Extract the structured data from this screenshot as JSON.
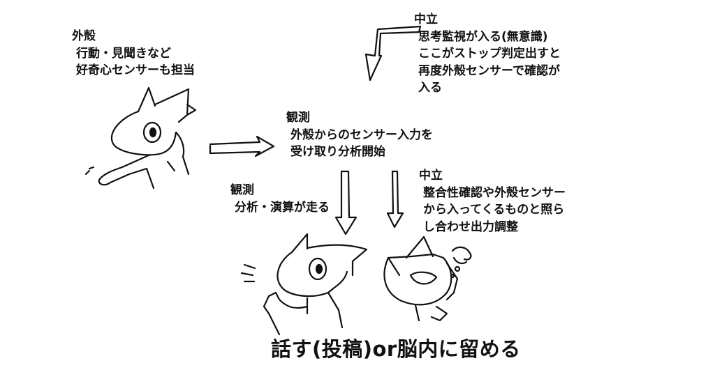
{
  "outer_shell": {
    "title": "外殻",
    "lines": [
      "行動・見聞きなど",
      "好奇心センサーも担当"
    ]
  },
  "neutral_top": {
    "title": "中立",
    "lines": [
      "思考監視が入る(無意識)",
      "ここがストップ判定出すと",
      "再度外殻センサーで確認が",
      "入る"
    ]
  },
  "observe_center": {
    "title": "観測",
    "lines": [
      "外殻からのセンサー入力を",
      "受け取り分析開始"
    ]
  },
  "observe_left": {
    "title": "観測",
    "lines": [
      "分析・演算が走る"
    ]
  },
  "neutral_bottom": {
    "title": "中立",
    "lines": [
      "整合性確認や外殻センサー",
      "から入ってくるものと照ら",
      "し合わせ出力調整"
    ]
  },
  "conclusion": "話す(投稿)or脳内に留める",
  "colors": {
    "ink": "#111111",
    "background": "#ffffff"
  }
}
